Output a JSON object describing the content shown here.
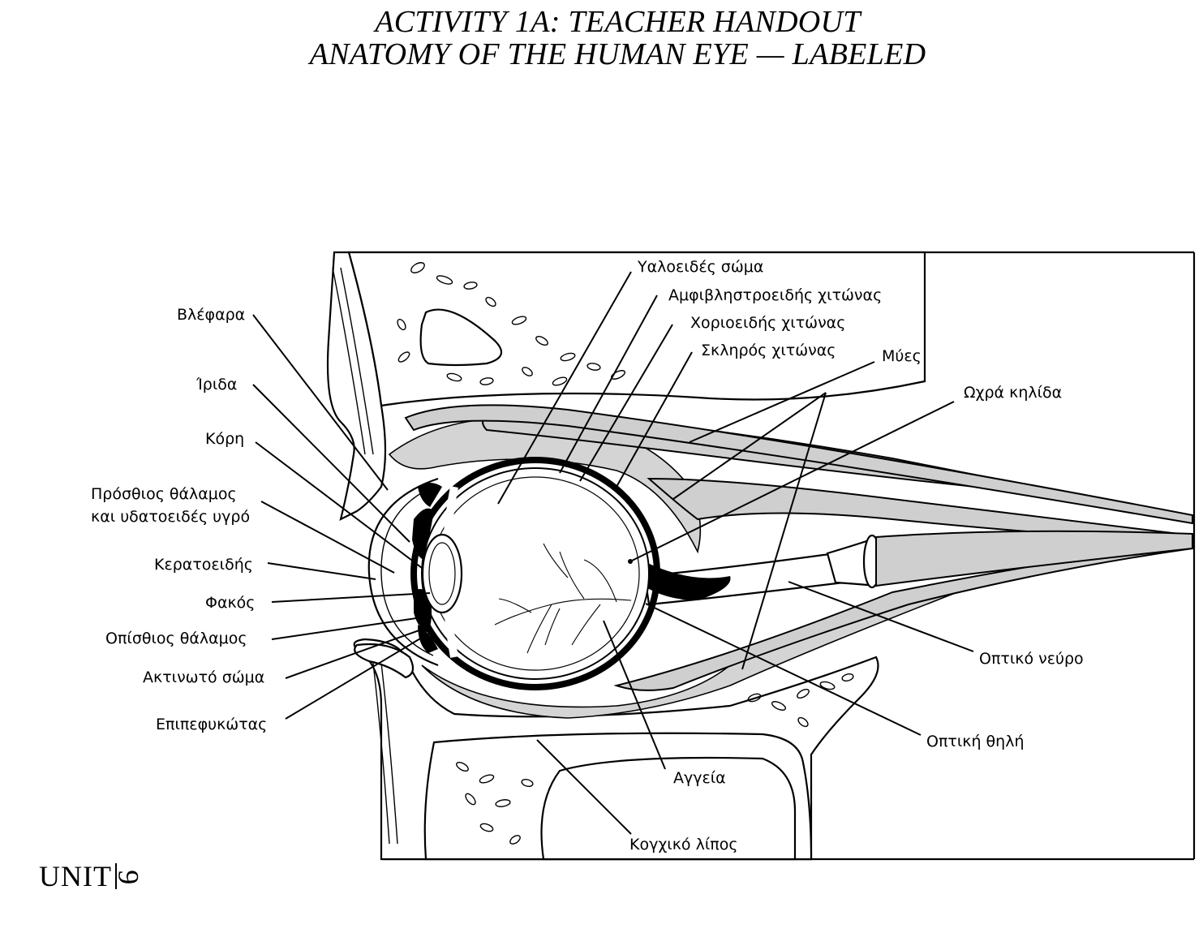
{
  "header": {
    "line1": "ACTIVITY 1A:  TEACHER HANDOUT",
    "line2": "ANATOMY OF THE HUMAN EYE — LABELED"
  },
  "labels": {
    "eyelids": "Βλέφαρα",
    "iris": "Ίριδα",
    "pupil": "Κόρη",
    "anterior_chamber_1": "Πρόσθιος θάλαμος",
    "anterior_chamber_2": "και υδατοειδές υγρό",
    "cornea": "Κερατοειδής",
    "lens": "Φακός",
    "posterior_chamber": "Οπίσθιος θάλαμος",
    "ciliary_body": "Ακτινωτό σώμα",
    "conjunctiva": "Επιπεφυκώτας",
    "vitreous_body": "Υαλοειδές σώμα",
    "retina": "Αμφιβληστροειδής χιτώνας",
    "choroid": "Χοριοειδής χιτώνας",
    "sclera": "Σκληρός χιτώνας",
    "muscles": "Μύες",
    "macula": "Ωχρά κηλίδα",
    "optic_nerve": "Οπτικό νεύρο",
    "optic_disc": "Οπτική θηλή",
    "vessels": "Αγγεία",
    "orbital_fat": "Κογχικό λίπος"
  },
  "footer": {
    "unit_word": "UNIT",
    "unit_number": "9"
  }
}
